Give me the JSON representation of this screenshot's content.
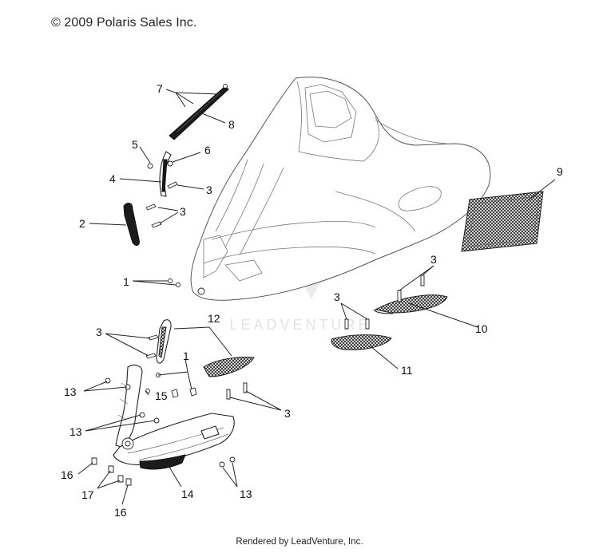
{
  "header": {
    "copyright": "© 2009 Polaris Sales Inc."
  },
  "watermark": {
    "text": "LEADVENTURE"
  },
  "footer": {
    "rendered_by": "Rendered by LeadVenture, Inc."
  },
  "callouts": [
    {
      "id": "c7",
      "label": "7"
    },
    {
      "id": "c8",
      "label": "8"
    },
    {
      "id": "c5",
      "label": "5"
    },
    {
      "id": "c6",
      "label": "6"
    },
    {
      "id": "c4",
      "label": "4"
    },
    {
      "id": "c3a",
      "label": "3"
    },
    {
      "id": "c3b",
      "label": "3"
    },
    {
      "id": "c2",
      "label": "2"
    },
    {
      "id": "c9",
      "label": "9"
    },
    {
      "id": "c1a",
      "label": "1"
    },
    {
      "id": "c3c",
      "label": "3"
    },
    {
      "id": "c3d",
      "label": "3"
    },
    {
      "id": "c10",
      "label": "10"
    },
    {
      "id": "c12",
      "label": "12"
    },
    {
      "id": "c3e",
      "label": "3"
    },
    {
      "id": "c1b",
      "label": "1"
    },
    {
      "id": "c11",
      "label": "11"
    },
    {
      "id": "c13a",
      "label": "13"
    },
    {
      "id": "c15",
      "label": "15"
    },
    {
      "id": "c3f",
      "label": "3"
    },
    {
      "id": "c13b",
      "label": "13"
    },
    {
      "id": "c16a",
      "label": "16"
    },
    {
      "id": "c17",
      "label": "17"
    },
    {
      "id": "c14",
      "label": "14"
    },
    {
      "id": "c13c",
      "label": "13"
    },
    {
      "id": "c16b",
      "label": "16"
    }
  ]
}
